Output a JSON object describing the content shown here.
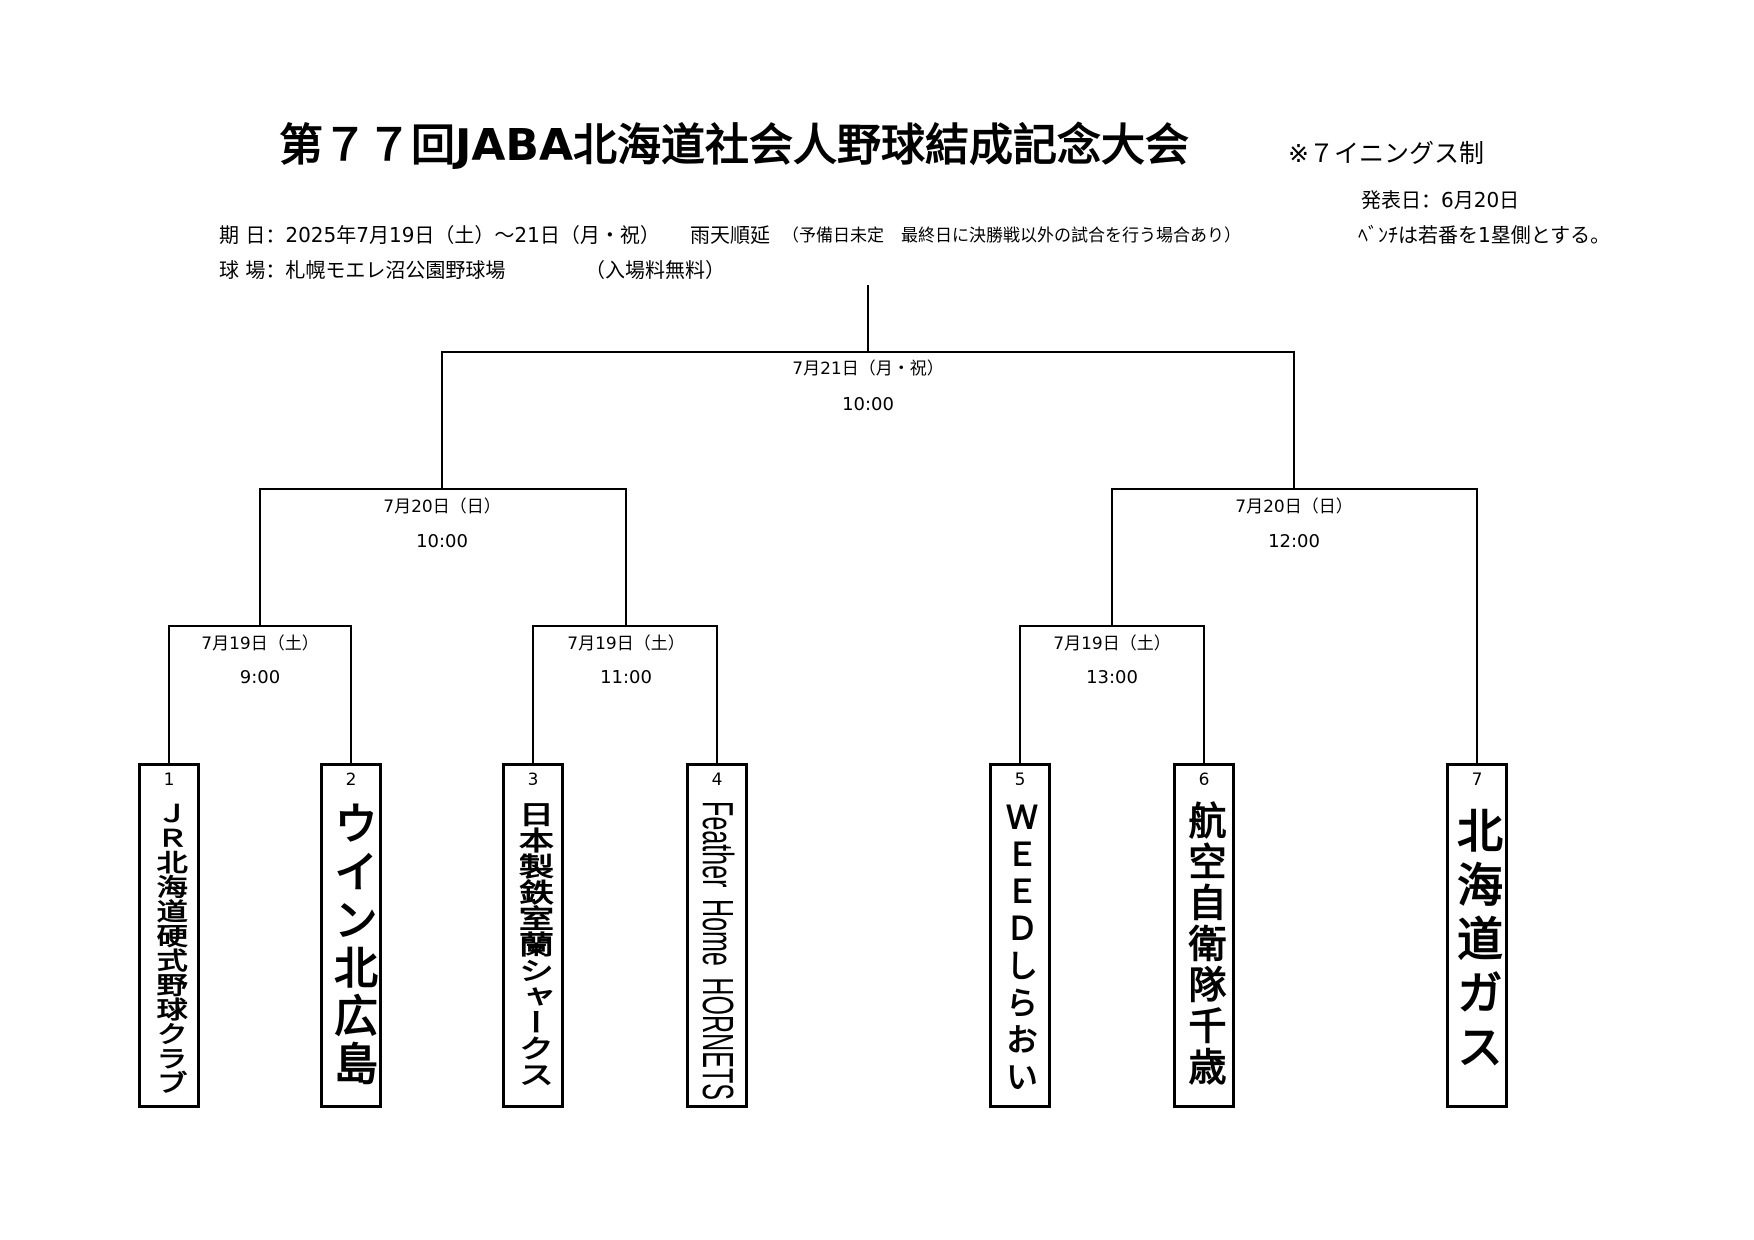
{
  "document": {
    "title": "第７７回JABA北海道社会人野球結成記念大会",
    "innings_note": "※７イニングス制",
    "announcement_date": "発表日：6月20日",
    "bench_note": "ﾍﾞﾝﾁは若番を1塁側とする。",
    "schedule": "期 日：2025年7月19日（土）～21日（月・祝）",
    "rain_policy": "雨天順延",
    "rain_detail": "（予備日未定　最終日に決勝戦以外の試合を行う場合あり）",
    "venue": "球 場：札幌モエレ沼公園野球場",
    "admission": "（入場料無料）"
  },
  "bracket": {
    "final": {
      "date": "7月21日（月・祝）",
      "time": "10:00"
    },
    "semifinal_left": {
      "date": "7月20日（日）",
      "time": "10:00"
    },
    "semifinal_right": {
      "date": "7月20日（日）",
      "time": "12:00"
    },
    "first_round_1": {
      "date": "7月19日（土）",
      "time": "9:00"
    },
    "first_round_2": {
      "date": "7月19日（土）",
      "time": "11:00"
    },
    "first_round_3": {
      "date": "7月19日（土）",
      "time": "13:00"
    }
  },
  "teams": [
    {
      "number": "1",
      "name": "ＪＲ北海道硬式野球クラブ"
    },
    {
      "number": "2",
      "name": "ウイン北広島"
    },
    {
      "number": "3",
      "name": "日本製鉄室蘭シャークス"
    },
    {
      "number": "4",
      "name": "Feather Home HORNETS"
    },
    {
      "number": "5",
      "name": "ＷＥＥＤしらおい"
    },
    {
      "number": "6",
      "name": "航空自衛隊千歳"
    },
    {
      "number": "7",
      "name": "北海道ガス"
    }
  ]
}
